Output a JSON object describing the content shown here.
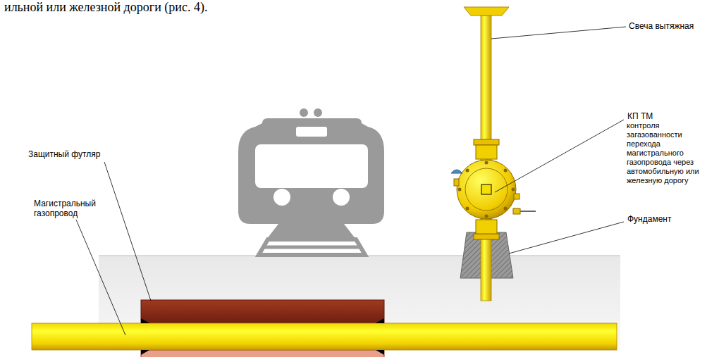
{
  "diagram": {
    "labels": [
      "ильной или железной дороги (рис. 4).",
      "Свеча вытяжная",
      "КП ТМ",
      "контроля загазованности перехода магистрального газопровода через автомобильную или железную дорогу",
      "Защитный футляр",
      "Магистральный газопровод",
      "Фундамент"
    ]
  }
}
